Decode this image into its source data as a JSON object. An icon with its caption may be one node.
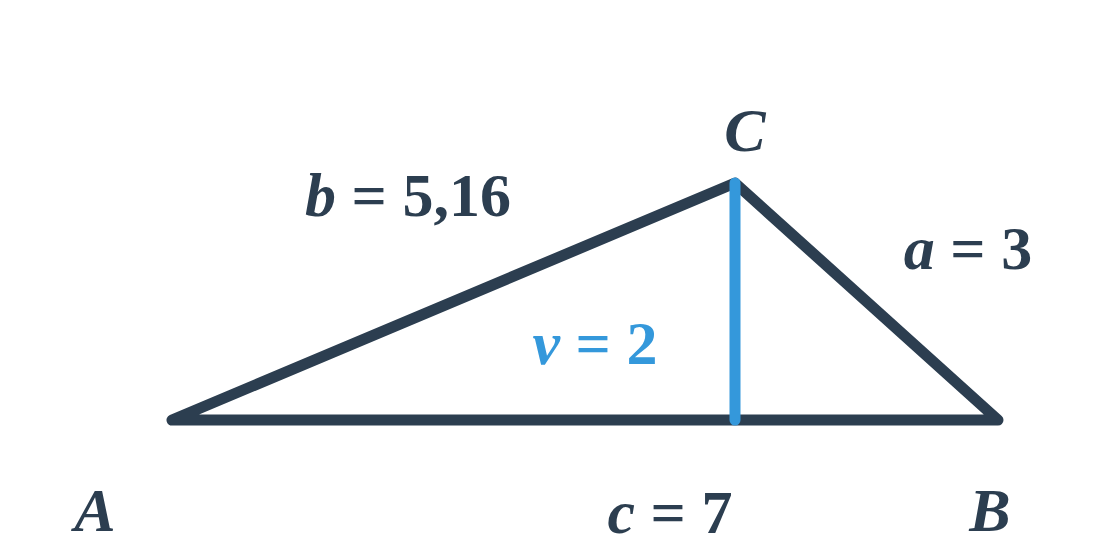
{
  "diagram": {
    "labels": [
      "*C*",
      "*b* = 5,16",
      "*a* = 3",
      "*v* = 2",
      "*A*",
      "*c* = 7",
      "*B*"
    ]
  }
}
